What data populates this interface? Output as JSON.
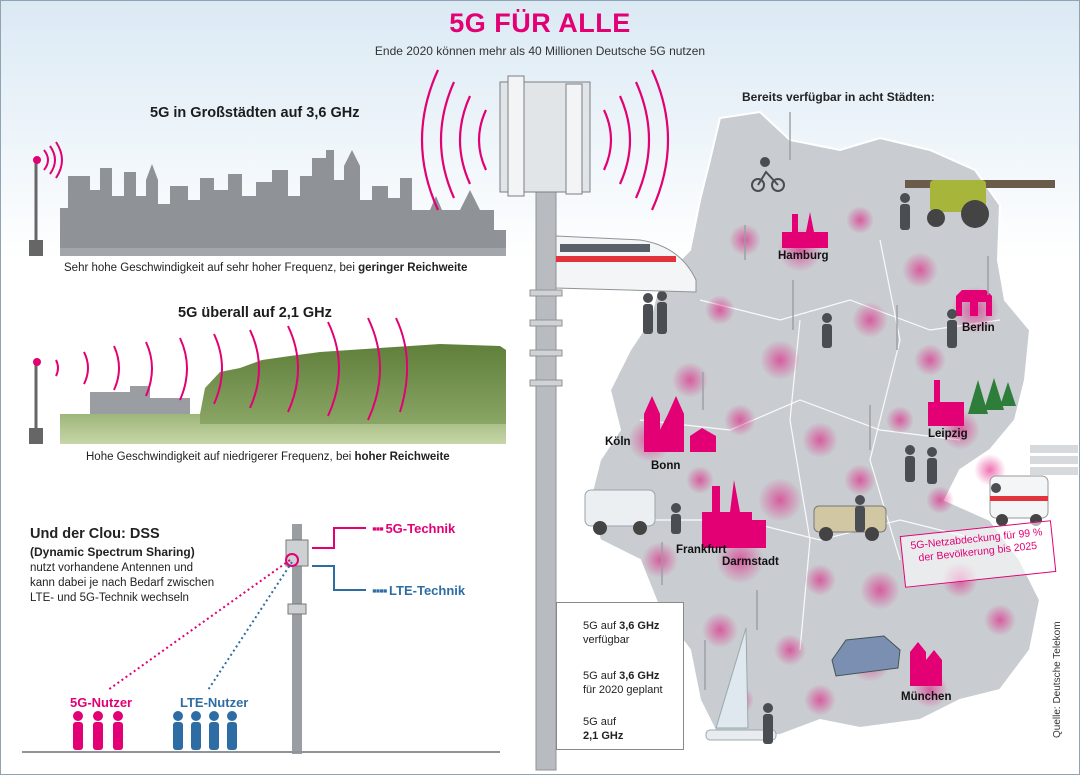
{
  "header": {
    "title": "5G FÜR ALLE",
    "subtitle": "Ende 2020 können mehr als 40 Millionen Deutsche 5G nutzen"
  },
  "section_36": {
    "heading": "5G in Großstädten auf 3,6 GHz",
    "caption_normal": "Sehr hohe Geschwindigkeit auf sehr hoher Frequenz, bei ",
    "caption_bold": "geringer Reichweite"
  },
  "section_21": {
    "heading": "5G überall auf 2,1 GHz",
    "caption_normal": "Hohe Geschwindigkeit auf niedrigerer Frequenz, bei ",
    "caption_bold": "hoher Reichweite"
  },
  "dss": {
    "heading": "Und der Clou: DSS",
    "subheading": "(Dynamic Spectrum Sharing)",
    "text_lines": [
      "nutzt vorhandene Antennen und",
      "kann dabei je nach Bedarf zwischen",
      "LTE- und 5G-Technik wechseln"
    ],
    "tech_5g": "5G-Technik",
    "tech_lte": "LTE-Technik",
    "user_5g": "5G-Nutzer",
    "user_lte": "LTE-Nutzer"
  },
  "map": {
    "heading": "Bereits verfügbar in acht Städten:",
    "cities": [
      "Hamburg",
      "Berlin",
      "Leipzig",
      "Köln",
      "Bonn",
      "Frankfurt",
      "Darmstadt",
      "München"
    ],
    "coverage_note_line1": "5G-Netzabdeckung für 99 %",
    "coverage_note_line2": "der Bevölkerung bis 2025"
  },
  "legend": {
    "item1_prefix": "5G auf ",
    "item1_bold": "3,6 GHz",
    "item1_suffix": "verfügbar",
    "item2_prefix": "5G auf ",
    "item2_bold": "3,6 GHz",
    "item2_suffix": "für 2020 geplant",
    "item3_prefix": "5G auf",
    "item3_bold": "2,1 GHz"
  },
  "source": "Quelle: Deutsche Telekom",
  "colors": {
    "magenta": "#e20074",
    "lte_blue": "#2e6da4",
    "map_gray": "#bfc4c9",
    "forest_green": "#6f8d49"
  }
}
